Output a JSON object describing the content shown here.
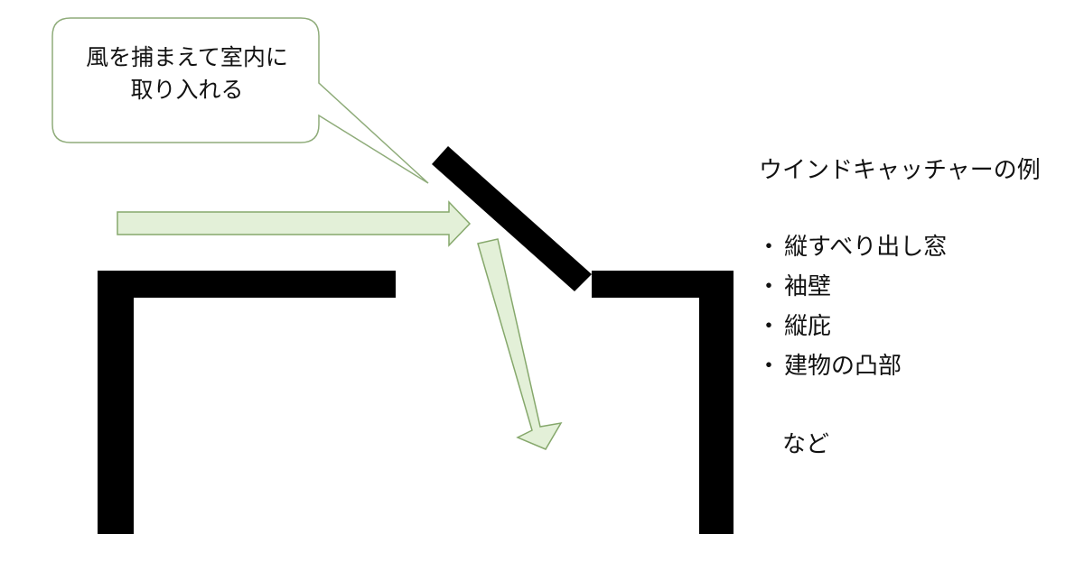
{
  "callout": {
    "line1": "風を捕まえて室内に",
    "line2": "取り入れる"
  },
  "title": "ウインドキャッチャーの例",
  "examples": [
    {
      "bullet": "・",
      "label": "縦すべり出し窓"
    },
    {
      "bullet": "・",
      "label": "袖壁"
    },
    {
      "bullet": "・",
      "label": "縦庇"
    },
    {
      "bullet": "・",
      "label": "建物の凸部"
    }
  ],
  "etc": "など",
  "colors": {
    "wall": "#000000",
    "arrow_fill": "#e3f0d8",
    "arrow_stroke": "#86a86c",
    "callout_border": "#8fac7a"
  }
}
